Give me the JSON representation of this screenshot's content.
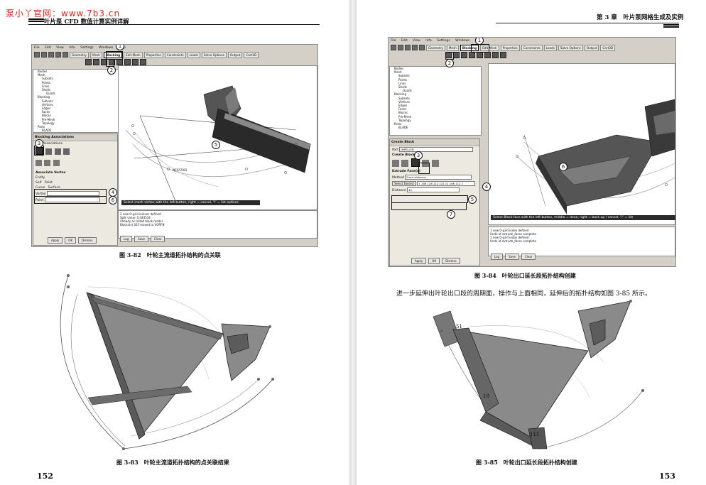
{
  "watermark": "泵小丫官网：www.7b3.cn",
  "left_page": {
    "header": "叶片泵 CFD 数值计算实例详解",
    "page_number": "152",
    "figure_82": {
      "caption": "图 3-82　叶轮主流道拓扑结构的点关联",
      "menu": [
        "File",
        "Edit",
        "View",
        "Info",
        "Settings",
        "Windows",
        "Help"
      ],
      "tabs": [
        "Geometry",
        "Mesh",
        "Blocking",
        "Edit Mesh",
        "Properties",
        "Constraints",
        "Loads",
        "Solve Options",
        "Output",
        "Cart3D"
      ],
      "active_tab": "Blocking",
      "tree": [
        "Bodies",
        "Mesh",
        "Subsets",
        "Points",
        "Lines",
        "Shells",
        "Quads",
        "Blocking",
        "Subsets",
        "Vertices",
        "Edges",
        "Faces",
        "Blocks",
        "Pre-Mesh",
        "Topology",
        "Parts",
        "BLADE"
      ],
      "panel_title": "Blocking Associations",
      "panel_section": "Edit Associations",
      "associate_label": "Associate Vertex",
      "entity_label": "Entity",
      "radio_options": [
        "Point",
        "Curve",
        "Surface"
      ],
      "radio_self": "Self",
      "vertex_label": "Vertex",
      "point_label": "Point",
      "buttons": [
        "Apply",
        "OK",
        "Dismiss"
      ],
      "status_text": "Select mesh vertex with the left button, right = cancel, '?' = list options",
      "messages": [
        "2 new O-grid indices defined",
        "Split value: 0.444534",
        "Already an inited block model",
        "Blocks(s) 305 moved to VORFN"
      ],
      "vertex_tag": "NF65568",
      "log_buttons": [
        "Log",
        "Save",
        "Clear"
      ],
      "callouts": [
        "1",
        "2",
        "3",
        "4",
        "5",
        "6"
      ]
    },
    "figure_83": {
      "caption": "图 3-83　叶轮主流道拓扑结构的点关联结果"
    }
  },
  "right_page": {
    "header": "第 3 章　叶片泵网格生成及实例",
    "page_number": "153",
    "figure_84": {
      "caption": "图 3-84　叶轮出口延长段拓扑结构创建",
      "menu": [
        "File",
        "Edit",
        "View",
        "Info",
        "Settings",
        "Windows",
        "Help"
      ],
      "tabs": [
        "Geometry",
        "Mesh",
        "Blocking",
        "Edit Mesh",
        "Properties",
        "Constraints",
        "Loads",
        "Solve Options",
        "Output",
        "Cart3D"
      ],
      "active_tab": "Blocking",
      "tree": [
        "Bodies",
        "Mesh",
        "Subsets",
        "Points",
        "Lines",
        "Shells",
        "Quads",
        "Blocking",
        "Subsets",
        "Vertices",
        "Edges",
        "Faces",
        "Blocks",
        "Pre-Mesh",
        "Topology",
        "Parts",
        "BLADE"
      ],
      "panel_title": "Create Block",
      "part_label": "Part",
      "part_value": "IMPELLER",
      "create_label": "Create Block",
      "extrude_label": "Extrude Face(s)",
      "method_label": "Method",
      "method_value": "Fixed distance",
      "select_faces_label": "Select Face(s)",
      "select_faces_value": "1 166 118 112 115 11 166 112 1",
      "distance_label": "Distance",
      "distance_value": "40",
      "buttons": [
        "Apply",
        "OK",
        "Dismiss"
      ],
      "status_text": "Select Block face with the left button, middle = done, right = back up / cancel, '?' = list",
      "messages": [
        "1 new O-grid index defined",
        "Undo of extrude_faces complete",
        "1 new O-grid index defined",
        "Undo of extrude_faces complete"
      ],
      "log_buttons": [
        "Log",
        "Save",
        "Clear"
      ],
      "callouts": [
        "1",
        "2",
        "3",
        "4",
        "5",
        "6",
        "7"
      ]
    },
    "paragraph": "进一步延伸出叶轮出口段的周期面，操作与上面相同，延伸后的拓扑结构如图 3-85 所示。",
    "figure_85": {
      "caption": "图 3-85　叶轮出口延长段拓扑结构创建",
      "labels": [
        "51",
        "18",
        "111"
      ]
    }
  }
}
